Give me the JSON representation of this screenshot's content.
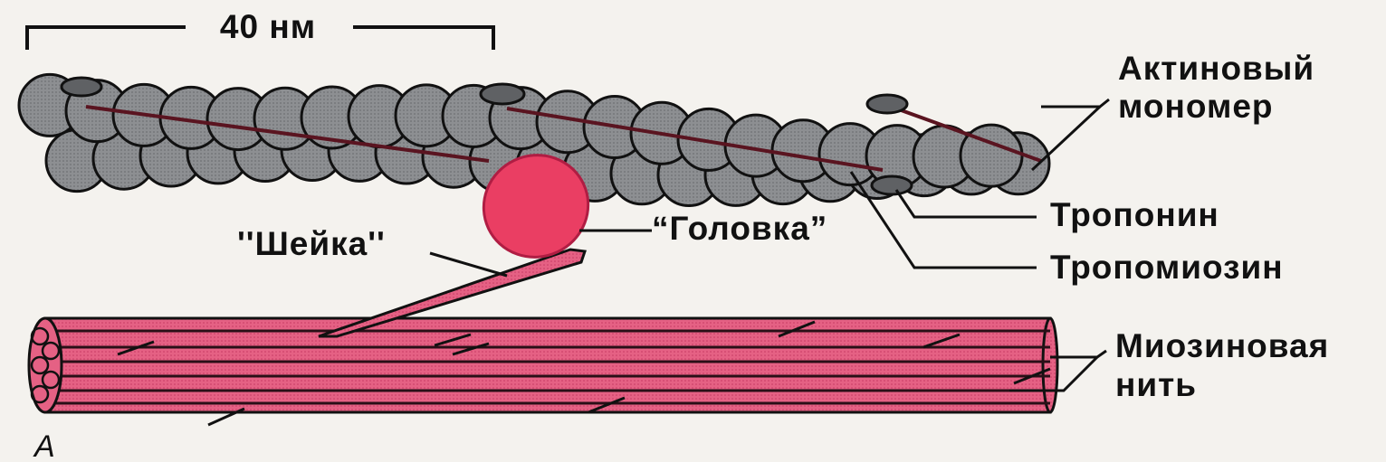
{
  "scale_label": "40 нм",
  "labels": {
    "actin_monomer_line1": "Актиновый",
    "actin_monomer_line2": "мономер",
    "troponin": "Тропонин",
    "tropomyosin": "Тропомиозин",
    "myosin_filament_line1": "Миозиновая",
    "myosin_filament_line2": "нить",
    "head": "“Головка”",
    "neck": "''Шейка''",
    "panel": "А"
  },
  "colors": {
    "actin": "#8a8c8f",
    "myosin": "#e0557a",
    "head": "#ea3e63",
    "outline": "#111111",
    "background": "#f4f2ee"
  }
}
